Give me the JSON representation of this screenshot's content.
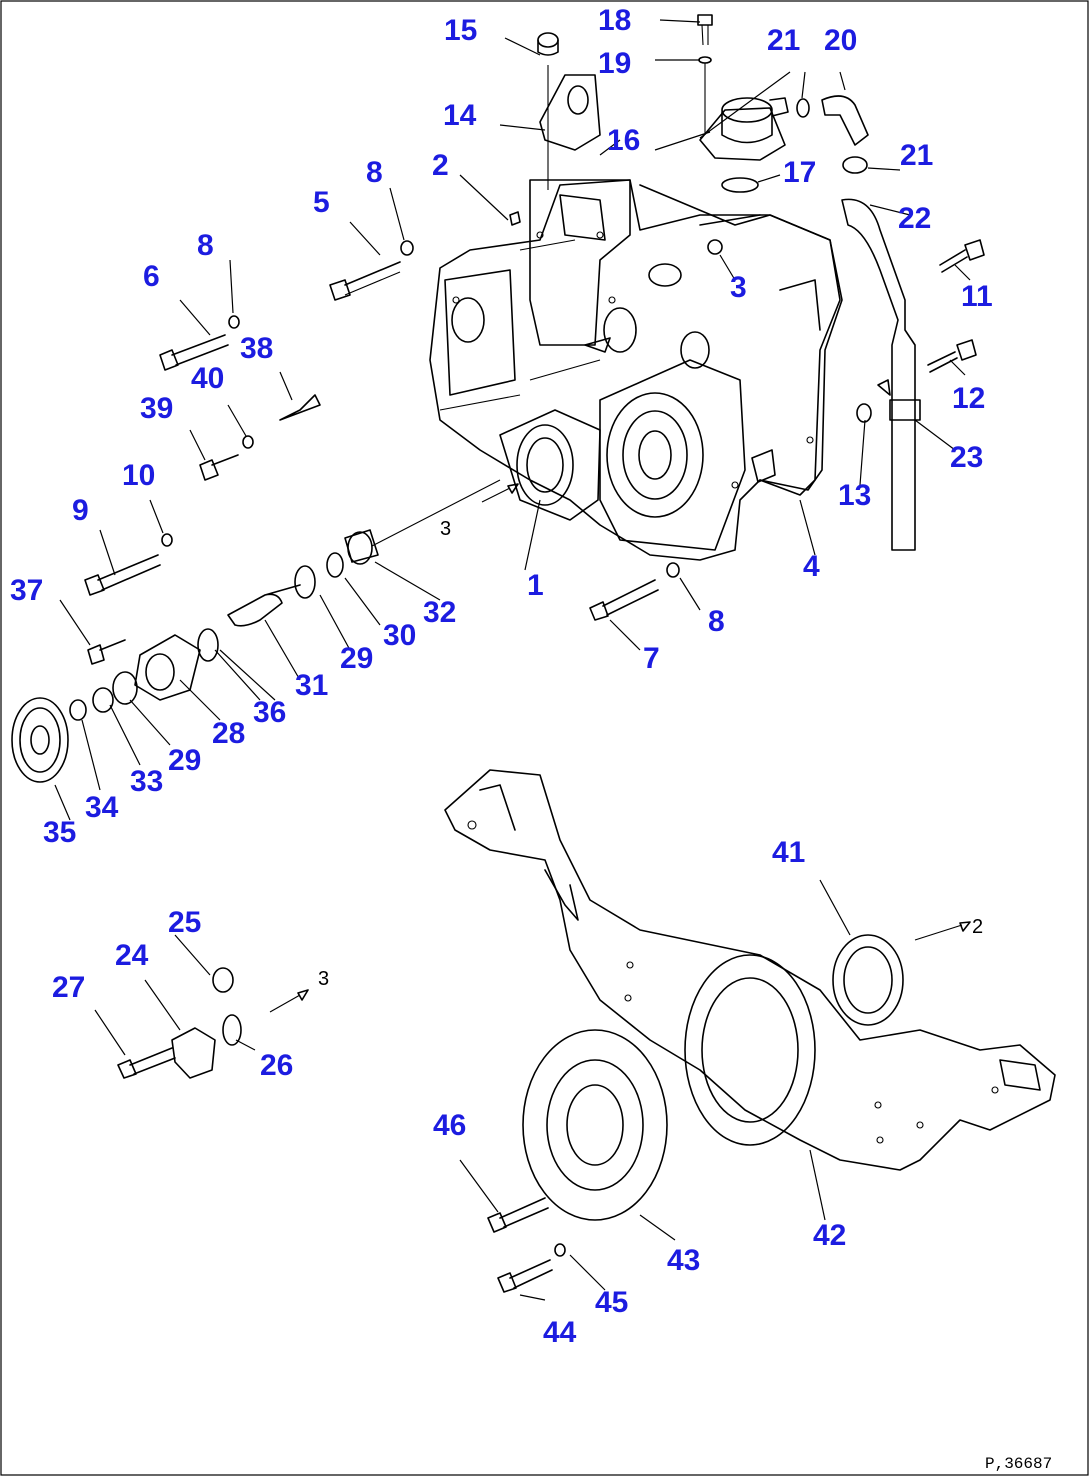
{
  "labels": [
    "1",
    "2",
    "3",
    "4",
    "5",
    "6",
    "7",
    "8",
    "9",
    "10",
    "11",
    "12",
    "13",
    "14",
    "15",
    "16",
    "17",
    "18",
    "19",
    "20",
    "21",
    "22",
    "23",
    "24",
    "25",
    "26",
    "27",
    "28",
    "29",
    "30",
    "31",
    "32",
    "33",
    "34",
    "35",
    "36",
    "37",
    "38",
    "39",
    "40",
    "41",
    "42",
    "43",
    "44",
    "45",
    "46"
  ],
  "arrow_marks": [
    "3",
    "3",
    "2"
  ],
  "footer_code": "P,36687",
  "colors": {
    "label": "#1c1ce0",
    "line": "#000000",
    "background": "#ffffff"
  }
}
